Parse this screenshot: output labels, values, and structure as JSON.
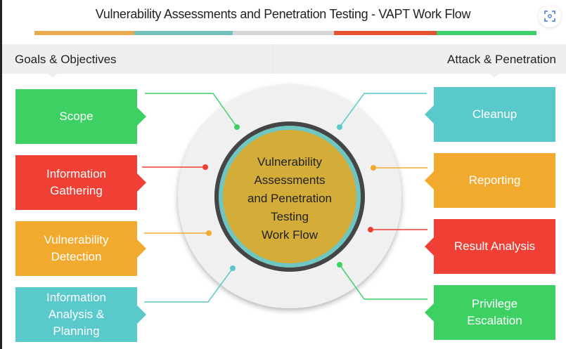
{
  "title": "Vulnerability Assessments and Penetration Testing - VAPT Work Flow",
  "color_bar": [
    "#e8ab4f",
    "#72c0bc",
    "#d6d6d6",
    "#e4532f",
    "#3ccf6a"
  ],
  "headers": {
    "left": "Goals & Objectives",
    "right": "Attack & Penetration"
  },
  "center": {
    "lines": [
      "Vulnerability",
      "Assessments",
      "and Penetration",
      "Testing",
      "Work Flow"
    ]
  },
  "left_steps": [
    {
      "label": "Scope",
      "color": "#3dd164"
    },
    {
      "label": "Information Gathering",
      "color": "#f03f34"
    },
    {
      "label": "Vulnerability Detection",
      "color": "#f2aa2e"
    },
    {
      "label": "Information Analysis & Planning",
      "color": "#5ac9cb"
    }
  ],
  "right_steps": [
    {
      "label": "Cleanup",
      "color": "#5ac9cb"
    },
    {
      "label": "Reporting",
      "color": "#f2aa2e"
    },
    {
      "label": "Result Analysis",
      "color": "#f03f34"
    },
    {
      "label": "Privilege Escalation",
      "color": "#3dd164"
    }
  ],
  "icons": {
    "scan": "visual-search-icon"
  }
}
